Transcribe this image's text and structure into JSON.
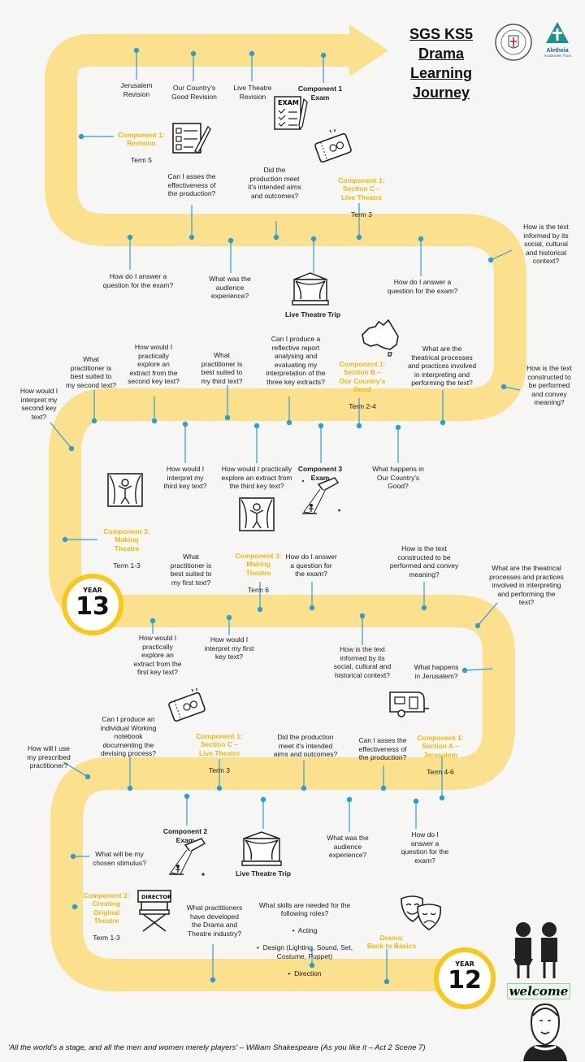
{
  "title": {
    "line1": "SGS KS5",
    "line2": "Drama",
    "line3": "Learning",
    "line4": "Journey"
  },
  "logos": {
    "school": "school-crest-icon",
    "trust_line1": "Aletheia",
    "trust_line2": "Academies Trust"
  },
  "years": {
    "y13_label": "YEAR",
    "y13_num": "13",
    "y12_label": "YEAR",
    "y12_num": "12"
  },
  "welcome": "welcome",
  "quote": "'All the world's a stage, and all the men and women merely players' – William Shakespeare (As you like it – Act 2 Scene 7)",
  "colors": {
    "road": "#fbe08e",
    "accent": "#f2b705",
    "pin": "#2a9fd6"
  },
  "questions": {
    "jerusalem_revision": "Jerusalem\nRevision",
    "ocg_revision": "Our Country's\nGood Revision",
    "live_revision": "Live Theatre\nRevision",
    "comp1_exam": "Component 1\nExam",
    "assess_eff_top": "Can I asses the\neffectiveness of\nthe production?",
    "meet_aims_top": "Did the\nproduction meet\nit's intended aims\nand outcomes?",
    "answer_exam_1": "How do I answer a\nquestion for the exam?",
    "audience_exp_1": "What was the\naudience\nexperience?",
    "answer_exam_2": "How do I answer a\nquestion for the exam?",
    "informed_social_1": "How is the text\ninformed by its\nsocial, cultural\nand historical\ncontext?",
    "constructed_1": "How is the text\nconstructed to\nbe performed\nand convey\nmeaning?",
    "theatrical_proc_1": "What are the\ntheatrical processes\nand practices involved\nin interpreting and\nperforming the text?",
    "reflective": "Can I produce a\nreflective report\nanalysing and\nevaluating my\ninterpretation of the\nthree key extracts?",
    "practitioner_third": "What\npractitioner is\nbest suited to\nmy third text?",
    "explore_second": "How would I\npractically\nexplore an\nextract from the\nsecond key text?",
    "practitioner_second": "What\npractitioner is\nbest suited to\nmy second text?",
    "interpret_second": "How would I\ninterpret my\nsecond key\ntext?",
    "interpret_third": "How would I\ninterpret my\nthird key text?",
    "explore_third": "How would I practically\nexplore an extract from\nthe third key text?",
    "comp3_exam": "Component 3\nExam",
    "what_happens_ocg": "What happens in\nOur Country's\nGood?",
    "practitioner_first": "What\npractitioner is\nbest suited to\nmy first text?",
    "answer_exam_3": "How do I answer\na question for\nthe exam?",
    "constructed_2": "How is the text\nconstructed to be\nperformed and convey\nmeaning?",
    "theatrical_proc_2": "What are the theatrical\nprocesses and practices\ninvolved in interpreting\nand performing the\ntext?",
    "explore_first": "How would I\npractically\nexplore an\nextract from the\nfirst key text?",
    "interpret_first": "How would I\ninterpret my first\nkey text?",
    "informed_social_2": "How is the text\ninformed by its\nsocial, cultural and\nhistorical context?",
    "what_happens_jer": "What happens\nin Jerusalem?",
    "working_notebook": "Can I produce an\nindividual Working\nnotebook\ndocumenting the\ndevising process?",
    "meet_aims_2": "Did the production\nmeet it's intended\naims and outcomes?",
    "assess_eff_2": "Can I asses the\neffectiveness of\nthe production?",
    "use_practitioner": "How will I use\nmy prescribed\npractitioner?",
    "comp2_exam": "Component 2\nExam",
    "audience_exp_2": "What was the\naudience\nexperience?",
    "answer_exam_4": "How do I\nanswer a\nquestion for the\nexam?",
    "stimulus": "What will be my\nchosen stimulus?",
    "practitioners_dev": "What practitioners\nhave developed\nthe Drama and\nTheatre industry?",
    "skills_q": "What skills are needed for the\nfollowing roles?",
    "role_acting": "Acting",
    "role_design": "Design (Lighting, Sound, Set,\nCostume, Puppet)",
    "role_direction": "Direction",
    "live_trip_1": "Live Theatre Trip",
    "live_trip_2": "Live Theatre Trip"
  },
  "components": {
    "c1_revision": {
      "title": "Component 1:\nRevision",
      "term": "Term 5"
    },
    "c1_secC_top": {
      "title": "Component 1:\nSection C –\nLive Theatre",
      "term": "Term 3"
    },
    "c1_secB": {
      "title": "Component 1:\nSection B –\nOur Country's\nGood",
      "term": "Term 2-4"
    },
    "c3_making_1": {
      "title": "Component 3:\nMaking\nTheatre",
      "term": "Term 1-3"
    },
    "c3_making_2": {
      "title": "Component 3:\nMaking\nTheatre",
      "term": "Term 6"
    },
    "c1_secC_2": {
      "title": "Component 1:\nSection C –\nLive Theatre",
      "term": "Term 3"
    },
    "c1_secA": {
      "title": "Component 1:\nSection A –\nJerusalem",
      "term": "Term 4-6"
    },
    "c2_original": {
      "title": "Component 2:\nCreating\nOriginal\nTheatre",
      "term": "Term 1-3"
    },
    "drama_basics": {
      "title": "Drama:\nBack to Basics",
      "term": ""
    }
  },
  "icons": {
    "exam": "EXAM",
    "director": "DIRECTOR"
  }
}
